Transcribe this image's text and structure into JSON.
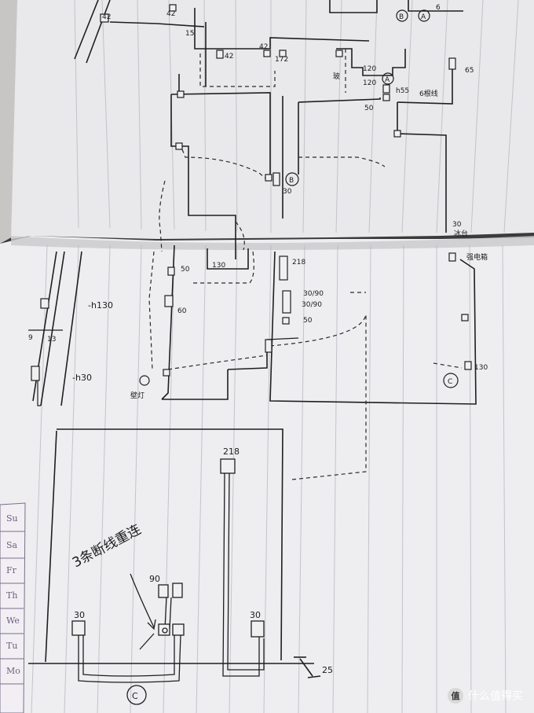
{
  "sheet_top": {
    "dims": [
      "42",
      "42",
      "15",
      "42",
      "42",
      "172",
      "6",
      "65",
      "120",
      "120",
      "55",
      "50",
      "30",
      "30"
    ],
    "labels": [
      "A",
      "B",
      "A",
      "B",
      "h55",
      "6根线",
      "玻",
      "冰台"
    ]
  },
  "sheet_mid": {
    "h_marks": [
      "-h130",
      "-h30"
    ],
    "dims_left": [
      "9",
      "13"
    ],
    "dims": [
      "50",
      "60",
      "218",
      "30/90",
      "30/90",
      "50",
      "130",
      "130"
    ],
    "labels": [
      "C",
      "壁灯",
      "强电箱"
    ]
  },
  "sheet_bottom": {
    "dims": [
      "218",
      "90",
      "30",
      "30",
      "25"
    ],
    "labels": [
      "C",
      "3条断线重连"
    ]
  },
  "calendar_days": [
    "Su",
    "Sa",
    "Fr",
    "Th",
    "We",
    "Tu",
    "Mo"
  ],
  "watermark": {
    "badge": "值",
    "text": "什么值得买"
  }
}
